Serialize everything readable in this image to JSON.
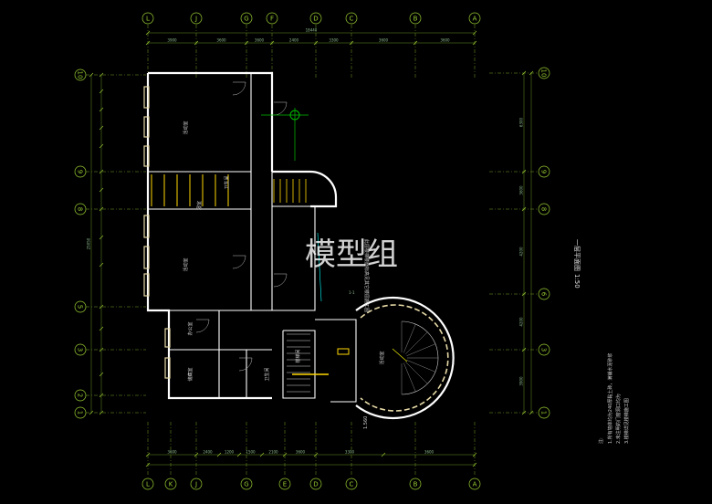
{
  "drawing": {
    "watermark": "模型组",
    "title": "一层平面图",
    "scale": "1:50",
    "legend_prefix": "注:",
    "notes": [
      "1.所有墙体均为240厚黏土砖，满铺水泥砂浆",
      "2.未注明的门窗洞口均为",
      "3.楼梯详见楼梯施工图"
    ],
    "vertical_note": "此层楼梯楼面标高见其它楼层施工图",
    "section_mark": "1-1",
    "level_mark": "1.560"
  },
  "grid_axes": {
    "top": [
      "L",
      "J",
      "G",
      "F",
      "D",
      "C",
      "B",
      "A"
    ],
    "bottom": [
      "L",
      "K",
      "J",
      "G",
      "E",
      "D",
      "C",
      "B",
      "A"
    ],
    "left": [
      "10",
      "9",
      "8",
      "5",
      "3",
      "2",
      "1"
    ],
    "right": [
      "10",
      "9",
      "8",
      "6",
      "3",
      "1"
    ]
  },
  "dimensions": {
    "top_total": "18440",
    "top_segments": [
      "3900",
      "3600",
      "3600",
      "2400",
      "3300",
      "3600",
      "3600"
    ],
    "bottom_segments": [
      "3600",
      "2400",
      "1200",
      "1500",
      "2100",
      "3600",
      "3300",
      "3600"
    ],
    "left_total": "25050",
    "right_segments": [
      "6300",
      "3600",
      "4200",
      "4200",
      "3900"
    ]
  },
  "rooms": [
    {
      "label": "活动室"
    },
    {
      "label": "活动室"
    },
    {
      "label": "寝室"
    },
    {
      "label": "卫生间"
    },
    {
      "label": "办公室"
    },
    {
      "label": "活动室"
    },
    {
      "label": "楼梯间"
    },
    {
      "label": "储藏室"
    },
    {
      "label": "卫生间"
    }
  ],
  "colors": {
    "background": "#000000",
    "walls": "#ffffff",
    "grid": "#9acd32",
    "dimension": "#6b8e23",
    "windows": "#e6d9a6",
    "stair": "#ffd700",
    "accent_green": "#00c000",
    "accent_cyan": "#00ffff",
    "accent_yellow": "#ffff00"
  }
}
